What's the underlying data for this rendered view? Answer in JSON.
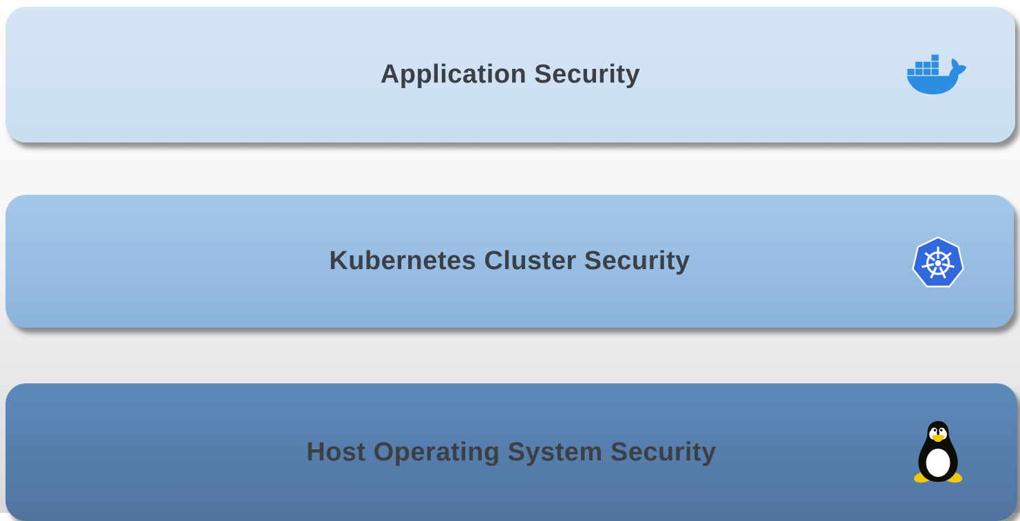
{
  "diagram": {
    "layers": [
      {
        "label": "Application Security",
        "icon": "docker-whale-icon"
      },
      {
        "label": "Kubernetes Cluster Security",
        "icon": "kubernetes-helm-icon"
      },
      {
        "label": "Host Operating System Security",
        "icon": "linux-tux-icon"
      }
    ]
  },
  "colors": {
    "page_bg_top": "#fdfdfd",
    "page_bg_mid": "#f6f7f8",
    "page_bg_bottom": "#d9dadb",
    "layer1_top": "#d5e5f6",
    "layer1_bottom": "#cadef1",
    "layer2_top": "#a4c8ea",
    "layer2_bottom": "#8cb3dc",
    "layer3_top": "#5d89ba",
    "layer3_bottom": "#50749e",
    "label_text": "#3b3f46",
    "docker_blue": "#2d8de0",
    "kubernetes_blue": "#3168dd",
    "kubernetes_white": "#ffffff",
    "tux_black": "#0d0d08",
    "tux_white": "#ffffff",
    "tux_yellow": "#f0c80a"
  }
}
